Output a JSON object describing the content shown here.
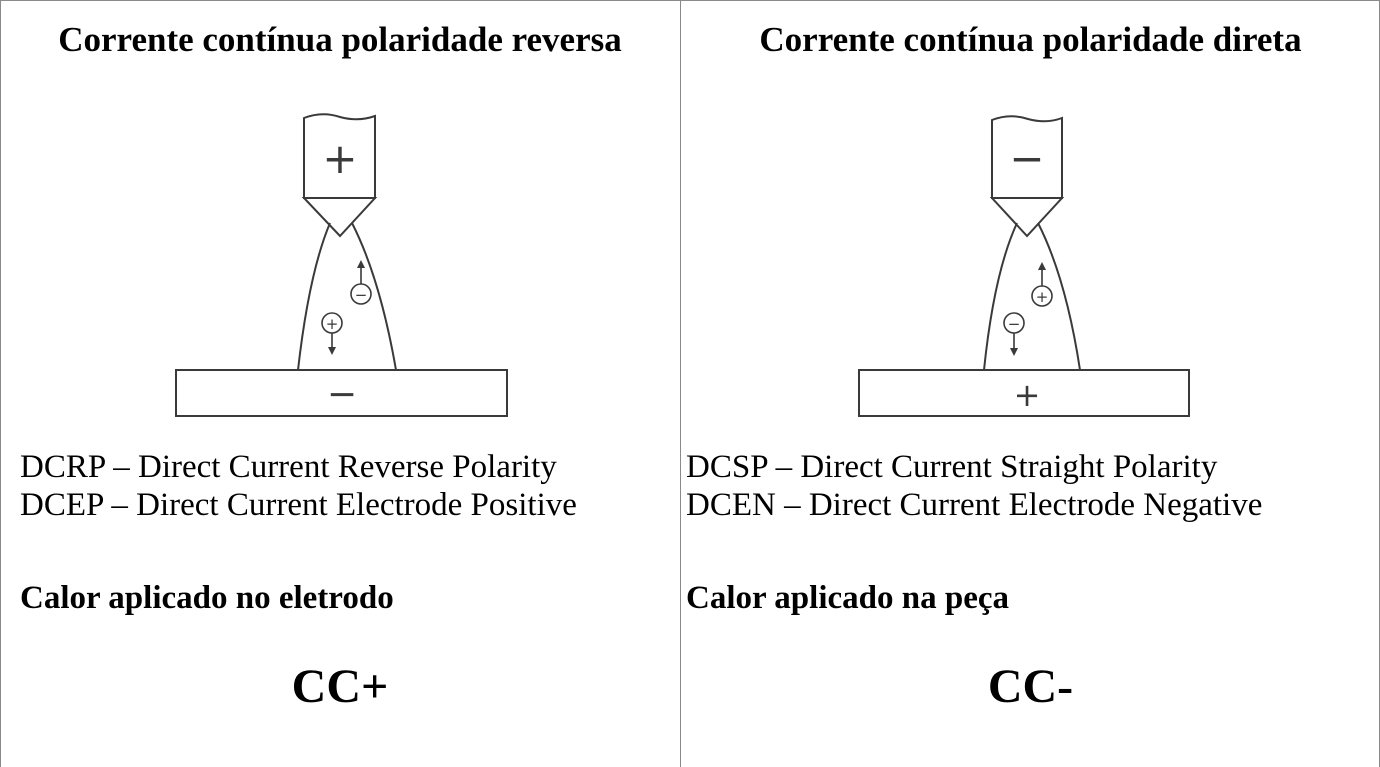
{
  "panels": [
    {
      "title": "Corrente contínua polaridade reversa",
      "electrode_sign": "+",
      "workpiece_sign": "−",
      "particle_up": "−",
      "particle_down": "+",
      "line1": "DCRP – Direct Current Reverse Polarity",
      "line2": "DCEP – Direct Current Electrode Positive",
      "heat": "Calor aplicado no eletrodo",
      "code": "CC+"
    },
    {
      "title": "Corrente contínua polaridade direta",
      "electrode_sign": "−",
      "workpiece_sign": "+",
      "particle_up": "+",
      "particle_down": "−",
      "line1": "DCSP – Direct Current Straight Polarity",
      "line2": "DCEN – Direct Current Electrode Negative",
      "heat": "Calor aplicado na peça",
      "code": "CC-"
    }
  ]
}
